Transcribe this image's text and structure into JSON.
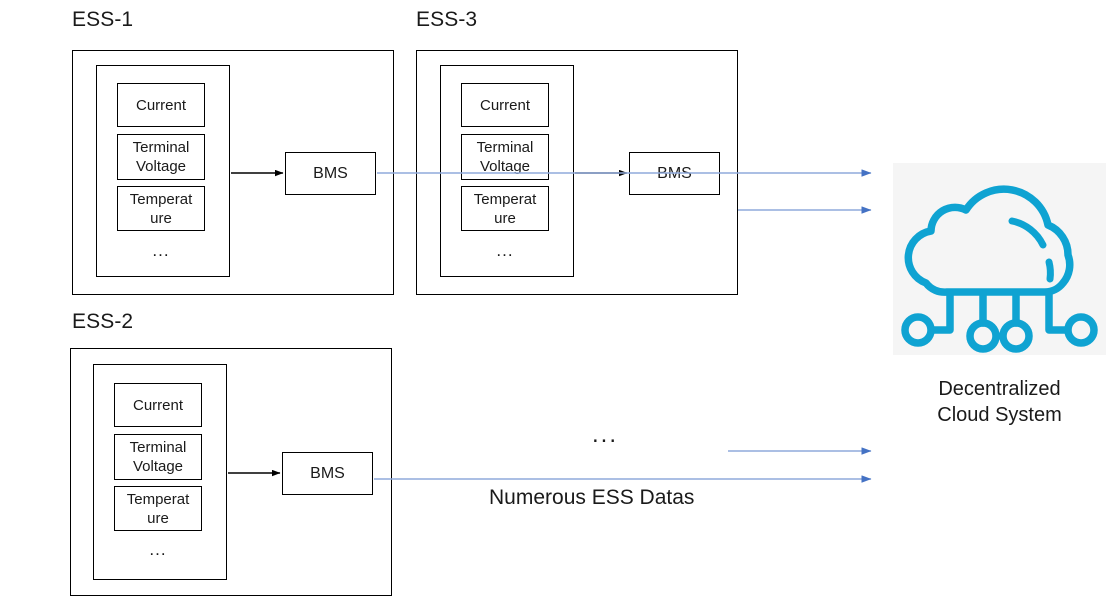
{
  "diagram": {
    "title_hidden": "",
    "accent_color": "#0FA3D2",
    "arrow_blue": "#4472C4",
    "line_black": "#000000",
    "tile_bg": "#F5F5F5"
  },
  "ess_groups": [
    {
      "id": "ess-1",
      "label": "ESS-1",
      "sensors": [
        {
          "name": "current",
          "lines": [
            "Current"
          ]
        },
        {
          "name": "terminal-voltage",
          "lines": [
            "Terminal",
            "Voltage"
          ]
        },
        {
          "name": "temperature",
          "lines": [
            "Temperat",
            "ure"
          ]
        }
      ],
      "more_indicator": "...",
      "controller_label": "BMS"
    },
    {
      "id": "ess-3",
      "label": "ESS-3",
      "sensors": [
        {
          "name": "current",
          "lines": [
            "Current"
          ]
        },
        {
          "name": "terminal-voltage",
          "lines": [
            "Terminal",
            "Voltage"
          ]
        },
        {
          "name": "temperature",
          "lines": [
            "Temperat",
            "ure"
          ]
        }
      ],
      "more_indicator": "...",
      "controller_label": "BMS"
    },
    {
      "id": "ess-2",
      "label": "ESS-2",
      "sensors": [
        {
          "name": "current",
          "lines": [
            "Current"
          ]
        },
        {
          "name": "terminal-voltage",
          "lines": [
            "Terminal",
            "Voltage"
          ]
        },
        {
          "name": "temperature",
          "lines": [
            "Temperat",
            "ure"
          ]
        }
      ],
      "more_indicator": "...",
      "controller_label": "BMS"
    }
  ],
  "annotations": {
    "middle_ellipsis": "...",
    "data_flow_caption": "Numerous ESS Datas"
  },
  "cloud": {
    "icon_name": "cloud-network-icon",
    "caption_line1": "Decentralized",
    "caption_line2": "Cloud System"
  }
}
